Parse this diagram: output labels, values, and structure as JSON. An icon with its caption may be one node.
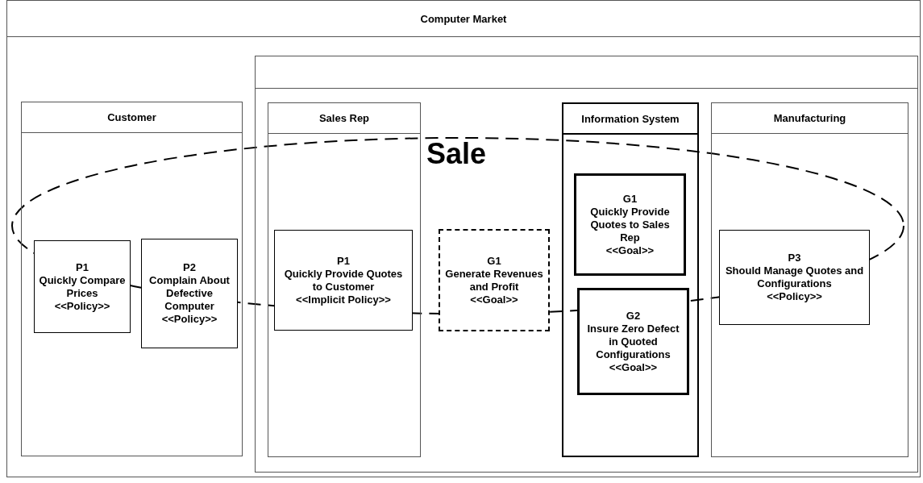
{
  "diagram": {
    "nodes": [
      {
        "text": [
          "Computer Market"
        ]
      },
      {
        "text": [],
        "shape": "box",
        "in": 0
      },
      {
        "text": [
          "Customer"
        ],
        "in": 0
      },
      {
        "text": [
          "P1",
          "Quickly Compare Prices",
          "<<Policy>>"
        ],
        "in": 2
      },
      {
        "text": [
          "P2",
          "Complain About Defective Computer",
          "<<Policy>>"
        ],
        "in": 2
      },
      {
        "text": [
          "Sales Rep"
        ],
        "in": 1
      },
      {
        "text": [
          "P1",
          "Quickly Provide Quotes to Customer",
          "<<Implicit Policy>>"
        ],
        "in": 5
      },
      {
        "text": [
          "G1",
          "Generate Revenues and Profit",
          "<<Goal>>"
        ],
        "in": 1
      },
      {
        "text": [
          "Information System"
        ],
        "in": 1
      },
      {
        "text": [
          "G1",
          "Quickly Provide Quotes to Sales Rep",
          "<<Goal>>"
        ]
      },
      {
        "text": [
          "G2",
          "Insure Zero Defect in Quoted Configurations",
          "<<Goal>>"
        ],
        "in": 8
      },
      {
        "text": [
          "Manufacturing"
        ],
        "in": 1
      },
      {
        "text": [
          "P3",
          "Should Manage Quotes and Configurations",
          "<<Policy>>"
        ],
        "in": 11
      },
      {
        "text": [
          "Sale"
        ],
        "in": 0
      }
    ],
    "edges": []
  }
}
